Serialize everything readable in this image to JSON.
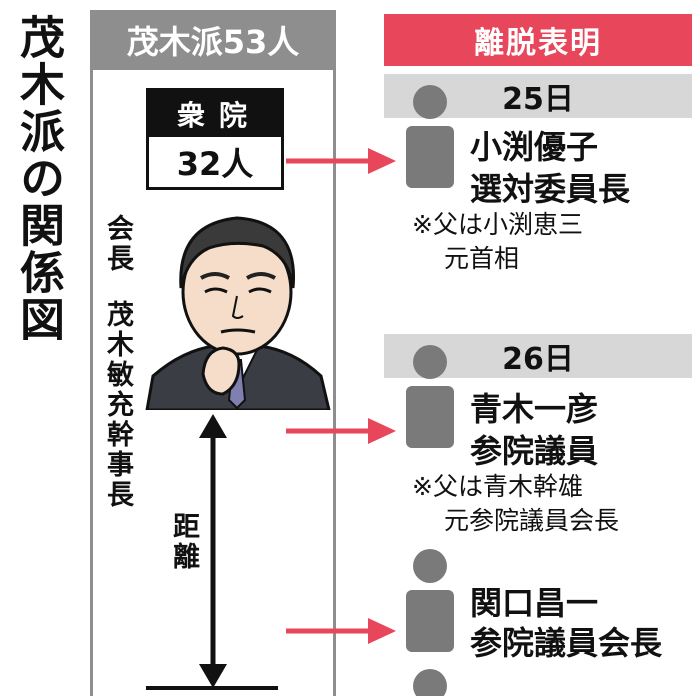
{
  "title": "茂木派の関係図",
  "faction": {
    "header": "茂木派53人",
    "house_label": "衆院",
    "house_count": "32人",
    "leader_role": "会長",
    "leader_name": "茂木敏充幹事長",
    "distance_label": "距離"
  },
  "departures": {
    "header": "離脱表明",
    "days": [
      {
        "date": "25日",
        "members": [
          {
            "name": "小渕優子",
            "role": "選対委員長",
            "note_line1": "※父は小渕恵三",
            "note_line2": "元首相"
          }
        ]
      },
      {
        "date": "26日",
        "members": [
          {
            "name": "青木一彦",
            "role": "参院議員",
            "note_line1": "※父は青木幹雄",
            "note_line2": "元参院議員会長"
          },
          {
            "name": "関口昌一",
            "role": "参院議員会長"
          }
        ]
      }
    ]
  },
  "colors": {
    "accent_red": "#e8465a",
    "faction_gray": "#8e8e8e",
    "date_band_gray": "#d7d7d7",
    "person_gray": "#7a7a7a"
  },
  "icons": [
    "person-silhouette-icon",
    "right-arrow-icon",
    "double-arrow-icon"
  ]
}
